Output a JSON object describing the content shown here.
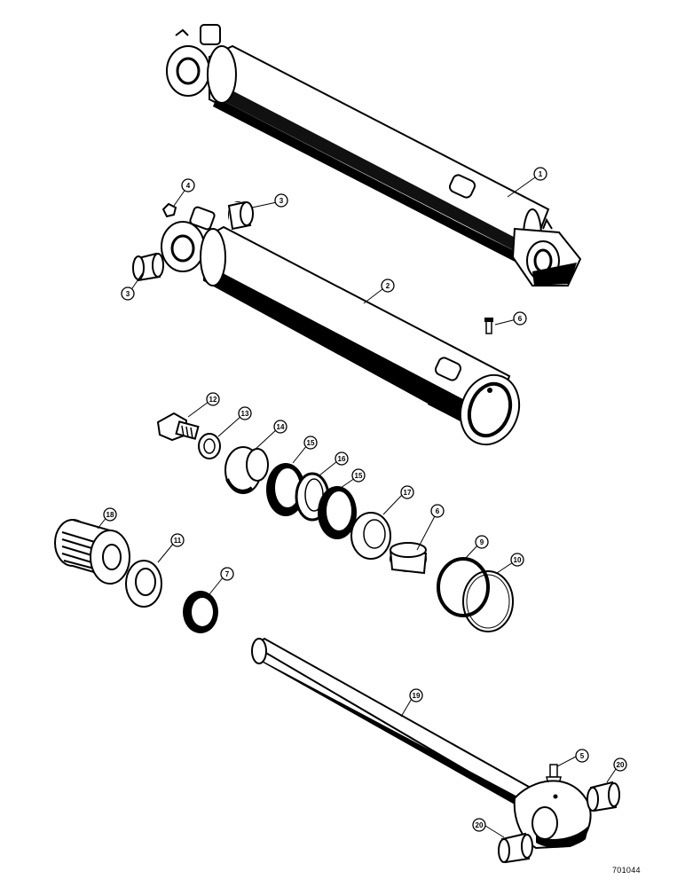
{
  "figure": {
    "id": "701044"
  },
  "callouts": [
    {
      "key": "c1",
      "label": "1"
    },
    {
      "key": "c2",
      "label": "2"
    },
    {
      "key": "c3a",
      "label": "3"
    },
    {
      "key": "c3b",
      "label": "3"
    },
    {
      "key": "c4",
      "label": "4"
    },
    {
      "key": "c5",
      "label": "5"
    },
    {
      "key": "c6a",
      "label": "6"
    },
    {
      "key": "c6b",
      "label": "6"
    },
    {
      "key": "c7",
      "label": "7"
    },
    {
      "key": "c9",
      "label": "9"
    },
    {
      "key": "c10",
      "label": "10"
    },
    {
      "key": "c11",
      "label": "11"
    },
    {
      "key": "c12",
      "label": "12"
    },
    {
      "key": "c13",
      "label": "13"
    },
    {
      "key": "c14",
      "label": "14"
    },
    {
      "key": "c15a",
      "label": "15"
    },
    {
      "key": "c15b",
      "label": "15"
    },
    {
      "key": "c16",
      "label": "16"
    },
    {
      "key": "c17",
      "label": "17"
    },
    {
      "key": "c18",
      "label": "18"
    },
    {
      "key": "c19",
      "label": "19"
    },
    {
      "key": "c20a",
      "label": "20"
    },
    {
      "key": "c20b",
      "label": "20"
    }
  ]
}
